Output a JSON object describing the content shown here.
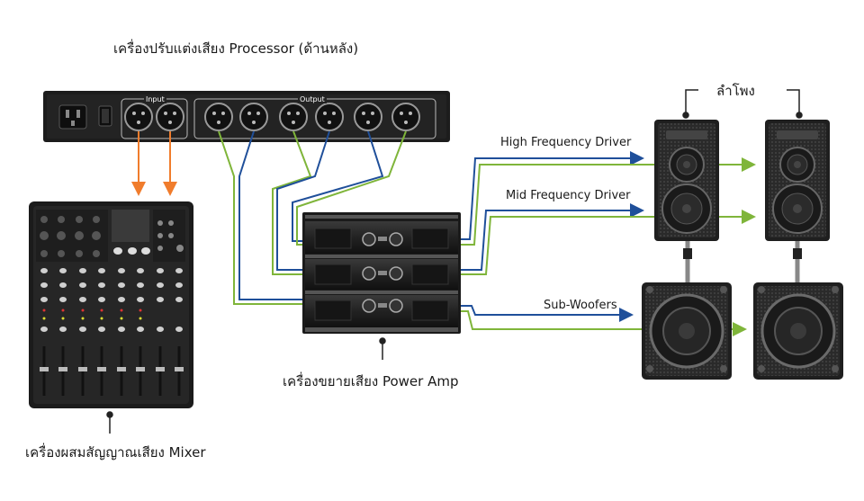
{
  "labels": {
    "processor": "เครื่องปรับแต่งเสียง Processor (ด้านหลัง)",
    "input": "Input",
    "output": "Output",
    "speakers": "ลำโพง",
    "high_driver": "High Frequency Driver",
    "mid_driver": "Mid Frequency Driver",
    "subwoofers": "Sub-Woofers",
    "amp": "เครื่องขยายเสียง Power Amp",
    "mixer": "เครื่องผสมสัญญาณเสียง Mixer"
  },
  "colors": {
    "orange_arrow": "#f07c2c",
    "blue_cable": "#1f4f9a",
    "green_cable": "#7fb53a",
    "device_dark": "#1c1c1c"
  }
}
